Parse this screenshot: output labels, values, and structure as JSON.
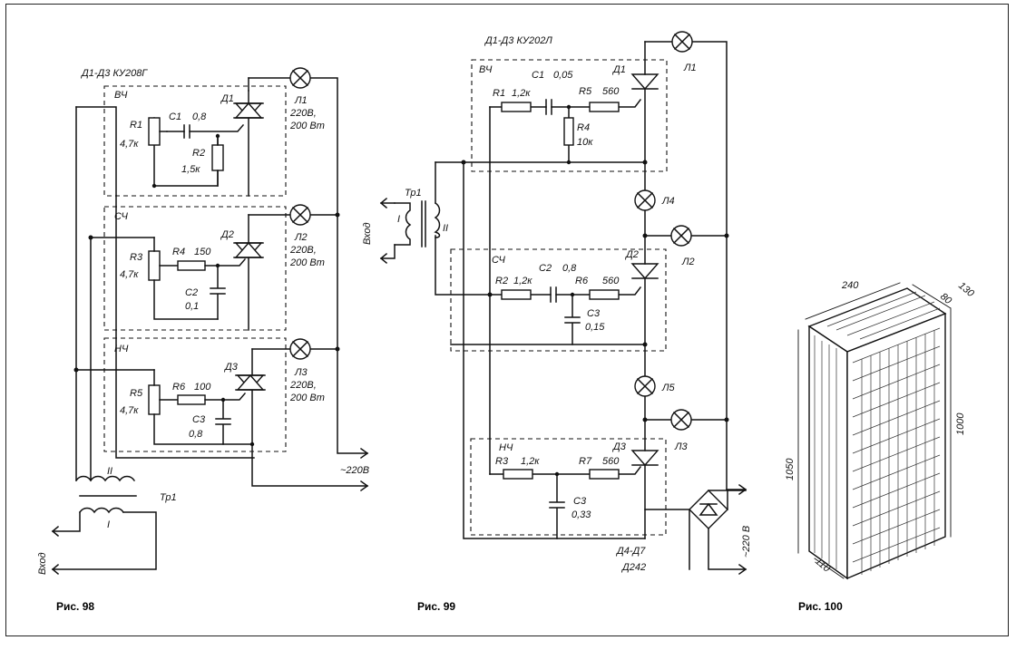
{
  "figure_98": {
    "caption": "Рис. 98",
    "header": "Д1-Д3 КУ208Г",
    "channels": [
      {
        "band": "ВЧ",
        "resistor": "R1",
        "resistor_value": "4,7к",
        "cap": "C1",
        "cap_value": "0,8",
        "aux_resistor": "R2",
        "aux_value": "1,5к",
        "triac": "Д1",
        "lamp": "Л1",
        "lamp_v": "220В,",
        "lamp_p": "200 Вт"
      },
      {
        "band": "СЧ",
        "resistor": "R3",
        "resistor_value": "4,7к",
        "series_resistor": "R4",
        "series_value": "150",
        "cap": "C2",
        "cap_value": "0,1",
        "triac": "Д2",
        "lamp": "Л2",
        "lamp_v": "220В,",
        "lamp_p": "200 Вт"
      },
      {
        "band": "НЧ",
        "resistor": "R5",
        "resistor_value": "4,7к",
        "series_resistor": "R6",
        "series_value": "100",
        "cap": "C3",
        "cap_value": "0,8",
        "triac": "Д3",
        "lamp": "Л3",
        "lamp_v": "220В,",
        "lamp_p": "200 Вт"
      }
    ],
    "transformer": "Тр1",
    "winding_1": "I",
    "winding_2": "II",
    "input": "Вход",
    "mains": "~220В"
  },
  "figure_99": {
    "caption": "Рис. 99",
    "header": "Д1-Д3 КУ202Л",
    "channels": [
      {
        "band": "ВЧ",
        "r_in": "R1",
        "r_in_value": "1,2к",
        "cap": "C1",
        "cap_value": "0,05",
        "r_gate": "R5",
        "r_gate_value": "560",
        "r_aux": "R4",
        "r_aux_value": "10к",
        "thyristor": "Д1"
      },
      {
        "band": "СЧ",
        "r_in": "R2",
        "r_in_value": "1,2к",
        "cap": "C2",
        "cap_value": "0,8",
        "r_gate": "R6",
        "r_gate_value": "560",
        "cap_aux": "C3",
        "cap_aux_value": "0,15",
        "thyristor": "Д2"
      },
      {
        "band": "НЧ",
        "r_in": "R3",
        "r_in_value": "1,2к",
        "r_gate": "R7",
        "r_gate_value": "560",
        "cap_aux": "C3",
        "cap_aux_value": "0,33",
        "thyristor": "Д3"
      }
    ],
    "lamps": [
      "Л1",
      "Л4",
      "Л2",
      "Л5",
      "Л3"
    ],
    "transformer": "Тр1",
    "winding_1": "I",
    "winding_2": "II",
    "input": "Вход",
    "bridge": "Д4-Д7",
    "bridge_type": "Д242",
    "mains": "~220 В"
  },
  "figure_100": {
    "caption": "Рис. 100",
    "dimensions": [
      "240",
      "130",
      "80",
      "1000",
      "1050",
      "110"
    ]
  }
}
